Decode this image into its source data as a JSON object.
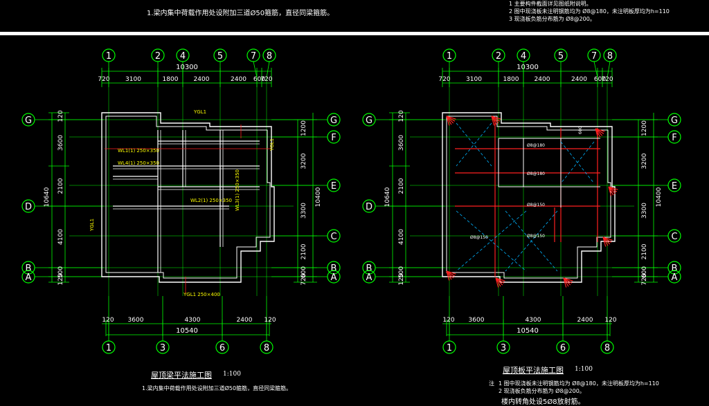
{
  "top_notes": {
    "left": "1.梁内集中荷载作用处设附加三道Ø50箍筋，直径同梁箍筋。",
    "right_1": "1  主要构件截面详见图纸附说明。",
    "right_2": "2  图中现浇板未注明钢筋均为 Ø8@180，未注明板厚均为h=110",
    "right_3": "3  现浇板负筋分布筋为 Ø8@200。"
  },
  "left_plan": {
    "title": "屋顶梁平法施工图",
    "scale": "1:100",
    "note": "1.梁内集中荷载作用处设附加三道Ø50箍筋，直径同梁箍筋。",
    "axes_top": [
      "1",
      "2",
      "4",
      "5",
      "7",
      "8"
    ],
    "axes_bottom": [
      "1",
      "3",
      "6",
      "8"
    ],
    "axes_left": [
      "G",
      "D",
      "B",
      "A"
    ],
    "axes_right": [
      "G",
      "F",
      "E",
      "C",
      "B",
      "A"
    ],
    "total_top": "10300",
    "dims_top": [
      "720",
      "3100",
      "1800",
      "2400",
      "2400",
      "600",
      "720"
    ],
    "total_bottom": "10540",
    "dims_bottom": [
      "120",
      "3600",
      "4300",
      "2400",
      "120"
    ],
    "total_left": "10640",
    "dims_left": [
      "120",
      "3600",
      "2100",
      "4100",
      "500",
      "120"
    ],
    "total_right": "10400",
    "dims_right": [
      "1200",
      "3200",
      "3300",
      "2100",
      "600",
      "720"
    ],
    "beam_labels": [
      "YGL1",
      "YGL1",
      "YGL1",
      "WL1(1) 250×350",
      "WL2(1) 250×350",
      "WL3(1) 250×350",
      "WL4(1) 250×350",
      "YGL1 250×400"
    ]
  },
  "right_plan": {
    "title": "屋顶板平法施工图",
    "scale": "1:100",
    "note_prefix": "注",
    "note_1": "1  图中现浇板未注明钢筋均为  Ø8@180，未注明板厚均为h=110",
    "note_2": "2  现浇板负筋分布筋为  Ø8@200。",
    "note_3": "楼内转角处设5Ø8放射筋。",
    "axes_top": [
      "1",
      "2",
      "4",
      "5",
      "7",
      "8"
    ],
    "axes_bottom": [
      "1",
      "3",
      "6",
      "8"
    ],
    "axes_left": [
      "G",
      "D",
      "B",
      "A"
    ],
    "axes_right": [
      "G",
      "F",
      "E",
      "C",
      "B",
      "A"
    ],
    "total_top": "10300",
    "dims_top": [
      "720",
      "3100",
      "1800",
      "2400",
      "2400",
      "600",
      "720"
    ],
    "total_bottom": "10540",
    "dims_bottom": [
      "120",
      "3600",
      "4300",
      "2400",
      "120"
    ],
    "total_left": "10640",
    "dims_left": [
      "120",
      "3600",
      "2100",
      "4100",
      "500",
      "120"
    ],
    "total_right": "10400",
    "dims_right": [
      "1200",
      "3200",
      "3300",
      "2100",
      "600",
      "720"
    ],
    "slab_labels": [
      "Ø8@180",
      "Ø8@180",
      "Ø8@150",
      "Ø8@150",
      "Ø8@150",
      "600"
    ]
  },
  "colors": {
    "axis": "#00ff00",
    "wall": "#ffffff",
    "rebar": "#ff2020",
    "label": "#ffff00",
    "slab": "#00b4ff",
    "beam": "#00ffff"
  }
}
